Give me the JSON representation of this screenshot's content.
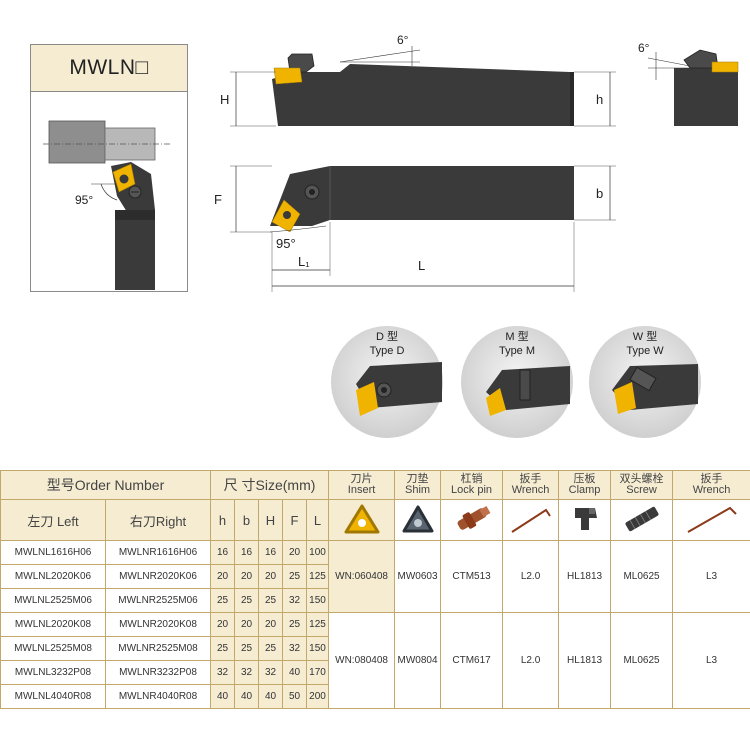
{
  "card": {
    "title": "MWLN□",
    "angle_label": "95°"
  },
  "drawing": {
    "angle_top": "6°",
    "angle_side": "6°",
    "label_H": "H",
    "label_h": "h",
    "label_F": "F",
    "label_b": "b",
    "label_L1": "L₁",
    "label_L": "L",
    "angle_lead": "95°"
  },
  "types": [
    {
      "cn": "D 型",
      "en": "Type D"
    },
    {
      "cn": "M 型",
      "en": "Type M"
    },
    {
      "cn": "W 型",
      "en": "Type W"
    }
  ],
  "table": {
    "order_header": "型号Order Number",
    "size_header": "尺 寸Size(mm)",
    "accessories": [
      {
        "cn": "刀片",
        "en": "Insert",
        "icon": "insert-icon"
      },
      {
        "cn": "刀垫",
        "en": "Shim",
        "icon": "shim-icon"
      },
      {
        "cn": "杠销",
        "en": "Lock pin",
        "icon": "lock-pin-icon"
      },
      {
        "cn": "扳手",
        "en": "Wrench",
        "icon": "wrench-icon"
      },
      {
        "cn": "压板",
        "en": "Clamp",
        "icon": "clamp-icon"
      },
      {
        "cn": "双头螺栓",
        "en": "Screw",
        "icon": "screw-icon"
      },
      {
        "cn": "扳手",
        "en": "Wrench",
        "icon": "wrench-icon"
      }
    ],
    "left_header": "左刀 Left",
    "right_header": "右刀Right",
    "dim_headers": [
      "h",
      "b",
      "H",
      "F",
      "L"
    ],
    "rows": [
      {
        "left": "MWLNL1616H06",
        "right": "MWLNR1616H06",
        "dims": [
          "16",
          "16",
          "16",
          "20",
          "100"
        ]
      },
      {
        "left": "MWLNL2020K06",
        "right": "MWLNR2020K06",
        "dims": [
          "20",
          "20",
          "20",
          "25",
          "125"
        ]
      },
      {
        "left": "MWLNL2525M06",
        "right": "MWLNR2525M06",
        "dims": [
          "25",
          "25",
          "25",
          "32",
          "150"
        ]
      },
      {
        "left": "MWLNL2020K08",
        "right": "MWLNR2020K08",
        "dims": [
          "20",
          "20",
          "20",
          "25",
          "125"
        ]
      },
      {
        "left": "MWLNL2525M08",
        "right": "MWLNR2525M08",
        "dims": [
          "25",
          "25",
          "25",
          "32",
          "150"
        ]
      },
      {
        "left": "MWLNL3232P08",
        "right": "MWLNR3232P08",
        "dims": [
          "32",
          "32",
          "32",
          "40",
          "170"
        ]
      },
      {
        "left": "MWLNL4040R08",
        "right": "MWLNR4040R08",
        "dims": [
          "40",
          "40",
          "40",
          "50",
          "200"
        ]
      }
    ],
    "groups": [
      {
        "insert": "WN:060408",
        "shim": "MW0603",
        "lock_pin": "CTM513",
        "wrench": "L2.0",
        "clamp": "HL1813",
        "screw": "ML0625",
        "wrench2": "L3"
      },
      {
        "insert": "WN:080408",
        "shim": "MW0804",
        "lock_pin": "CTM617",
        "wrench": "L2.0",
        "clamp": "HL1813",
        "screw": "ML0625",
        "wrench2": "L3"
      }
    ]
  },
  "colors": {
    "header_bg": "#f5ecd2",
    "border": "#c3a86c",
    "tool_body": "#3a3a3a",
    "insert_yellow": "#f0b400"
  }
}
